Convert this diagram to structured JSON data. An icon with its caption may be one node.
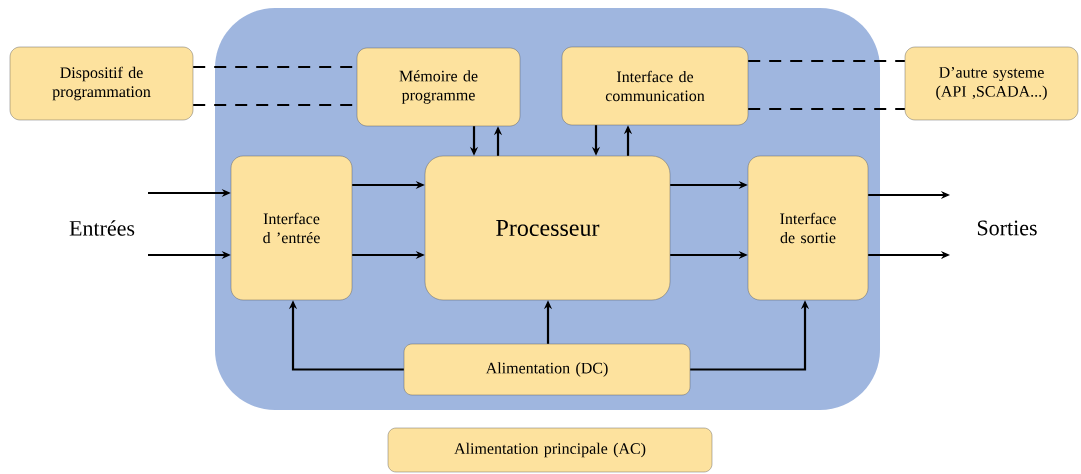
{
  "diagram": {
    "nodes": [
      {
        "text": [],
        "shape": "box"
      },
      {
        "text": [
          "Dispositif de programmation"
        ]
      },
      {
        "text": [
          "Mémoire de programme"
        ],
        "in": 0
      },
      {
        "text": [
          "Interface de communication"
        ],
        "in": 0
      },
      {
        "text": [
          "D’autre systeme (API ,SCADA...)"
        ]
      },
      {
        "text": [
          "Interface d ’entrée"
        ],
        "in": 0
      },
      {
        "text": [
          "Processeur"
        ],
        "in": 0
      },
      {
        "text": [
          "Interface de sortie"
        ],
        "in": 0
      },
      {
        "text": [
          "Alimentation (DC)"
        ],
        "in": 0
      },
      {
        "text": [
          "Alimentation principale (AC)"
        ]
      }
    ],
    "edges": [
      {
        "from": 1,
        "to": 2,
        "arrow": "none",
        "style": "dashed"
      },
      {
        "from": 1,
        "to": 2,
        "arrow": "none",
        "style": "dashed"
      },
      {
        "from": 3,
        "to": 4,
        "arrow": "none",
        "style": "dashed"
      },
      {
        "from": 3,
        "to": 4,
        "arrow": "none",
        "style": "dashed"
      },
      {
        "from": 2,
        "to": 6,
        "arrow": "to"
      },
      {
        "from": 6,
        "to": 2,
        "arrow": "to"
      },
      {
        "from": 3,
        "to": 6,
        "arrow": "to"
      },
      {
        "from": 6,
        "to": 3,
        "arrow": "to"
      },
      {
        "from": null,
        "to": 5,
        "arrow": "to"
      },
      {
        "from": null,
        "to": 5,
        "arrow": "to"
      },
      {
        "from": 5,
        "to": 6,
        "arrow": "to"
      },
      {
        "from": 5,
        "to": 6,
        "arrow": "to"
      },
      {
        "from": 6,
        "to": 7,
        "arrow": "to"
      },
      {
        "from": 6,
        "to": 7,
        "arrow": "to"
      },
      {
        "from": 7,
        "to": null,
        "arrow": "to"
      },
      {
        "from": 7,
        "to": null,
        "arrow": "to"
      },
      {
        "from": 8,
        "to": 5,
        "arrow": "to"
      },
      {
        "from": 8,
        "to": 6,
        "arrow": "to"
      },
      {
        "from": 8,
        "to": 7,
        "arrow": "to"
      }
    ],
    "labels": [
      "Entrées",
      "Sorties"
    ]
  }
}
